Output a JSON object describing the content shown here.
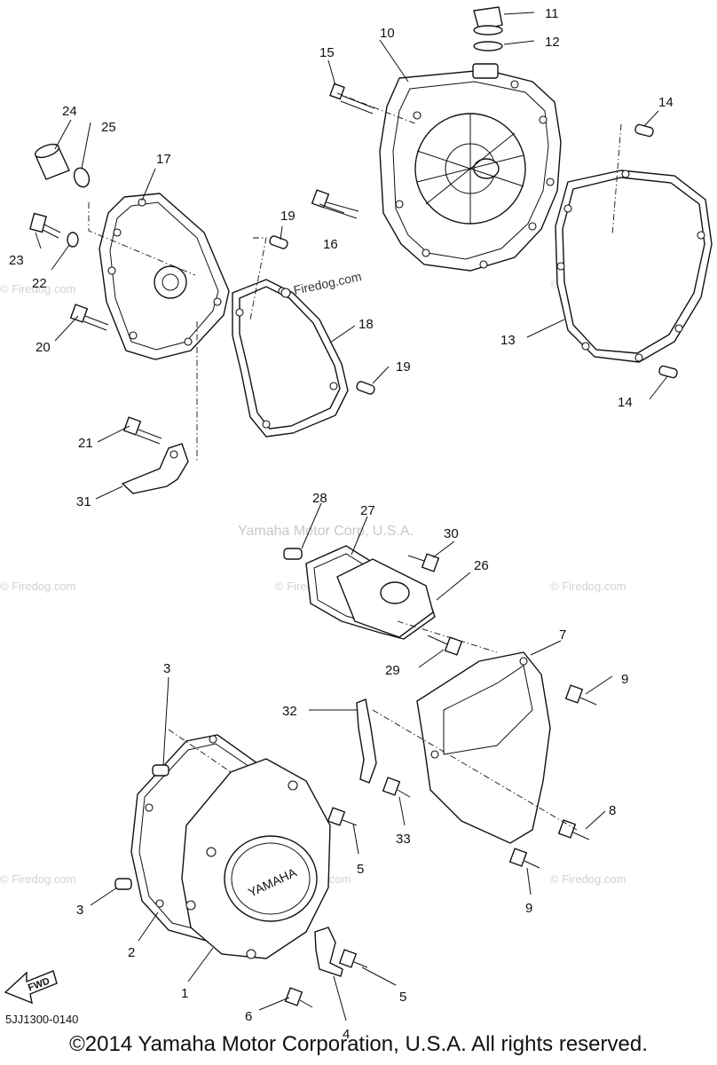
{
  "diagram_code": "5JJ1300-0140",
  "copyright": "©2014 Yamaha Motor Corporation, U.S.A. All rights reserved.",
  "center_watermark": "Yamaha Motor Corp, U.S.A.",
  "site_watermark": "© Firedog.com",
  "firedog_label": "Firedog.com",
  "fwd_label": "FWD",
  "cover_brand": "YAMAHA",
  "callouts": {
    "c1": "1",
    "c2": "2",
    "c3a": "3",
    "c3b": "3",
    "c4": "4",
    "c5a": "5",
    "c5b": "5",
    "c6": "6",
    "c7": "7",
    "c8": "8",
    "c9a": "9",
    "c9b": "9",
    "c10": "10",
    "c11": "11",
    "c12": "12",
    "c13": "13",
    "c14a": "14",
    "c14b": "14",
    "c15": "15",
    "c16": "16",
    "c17": "17",
    "c18": "18",
    "c19a": "19",
    "c19b": "19",
    "c20": "20",
    "c21": "21",
    "c22": "22",
    "c23": "23",
    "c24": "24",
    "c25": "25",
    "c26": "26",
    "c27": "27",
    "c28": "28",
    "c29": "29",
    "c30": "30",
    "c31": "31",
    "c32": "32",
    "c33": "33"
  }
}
